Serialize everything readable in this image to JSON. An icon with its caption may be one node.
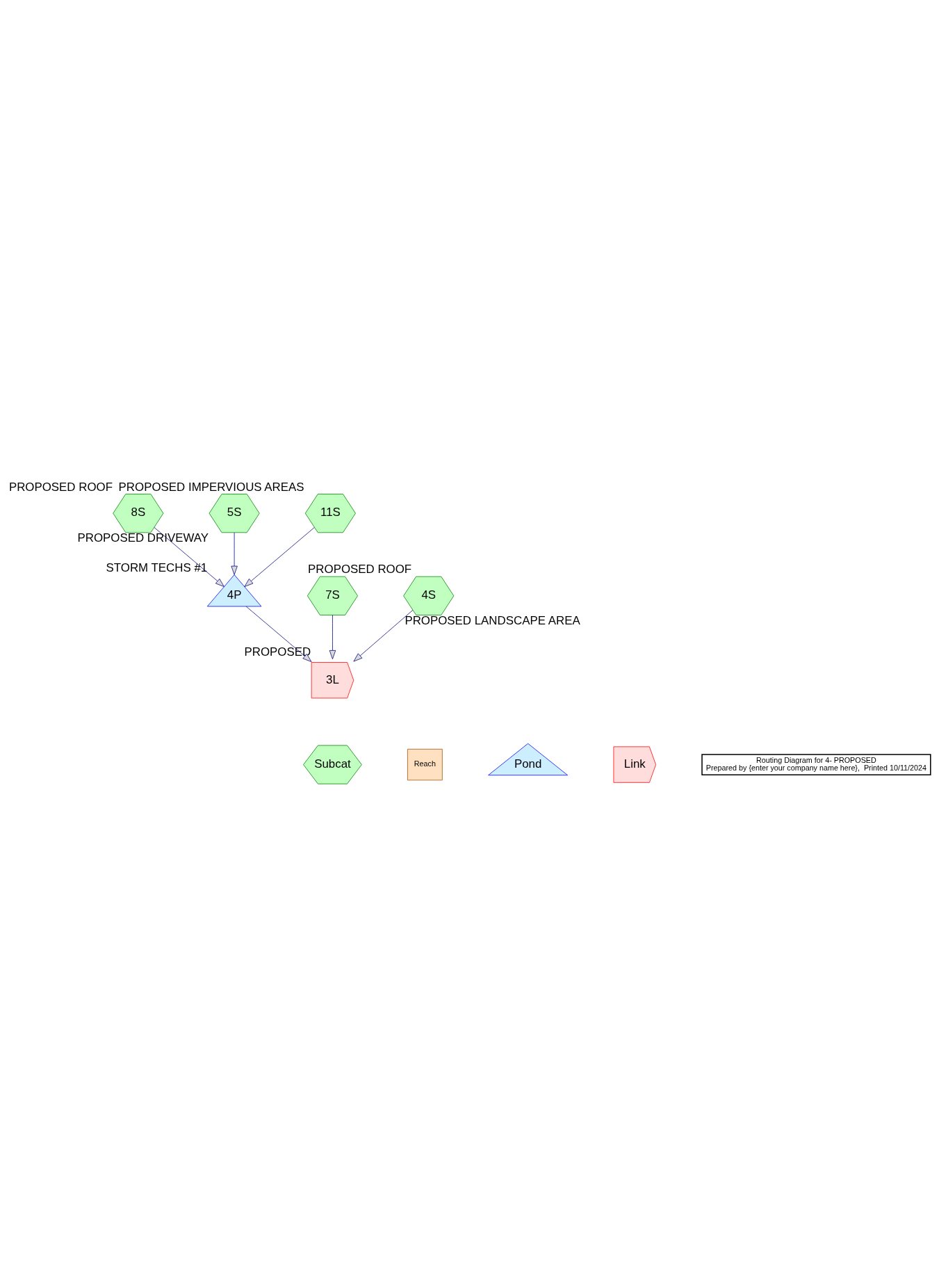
{
  "diagram": {
    "nodes": [
      {
        "text": [
          "8S"
        ],
        "beside": [
          "PROPOSED ROOF"
        ]
      },
      {
        "text": [
          "5S"
        ],
        "beside": [
          "PROPOSED DRIVEWAY"
        ]
      },
      {
        "text": [
          "7S"
        ],
        "beside": [
          "PROPOSED ROOF"
        ]
      },
      {
        "text": [
          "11S"
        ],
        "beside": [
          "PROPOSED IMPERVIOUS AREAS"
        ]
      },
      {
        "text": [
          "4P"
        ],
        "beside": [
          "STORM TECHS #1"
        ]
      },
      {
        "text": [
          "3L"
        ],
        "beside": [
          "PROPOSED"
        ]
      },
      {
        "text": [
          "4S"
        ],
        "beside": [
          "PROPOSED LANDSCAPE AREA"
        ]
      },
      {
        "text": [
          "Subcat"
        ]
      },
      {
        "text": [
          "Reach"
        ]
      },
      {
        "text": [
          "Pond"
        ]
      },
      {
        "text": [
          "Link"
        ]
      },
      {
        "text": [
          "Routing Diagram for 4- PROPOSED",
          "Prepared by {enter your company name here},  Printed 10/11/2024"
        ]
      }
    ],
    "edges": [
      {
        "from": 0,
        "to": 4,
        "arrow": "to"
      },
      {
        "from": 1,
        "to": 4,
        "arrow": "to"
      },
      {
        "from": 3,
        "to": 4,
        "arrow": "to"
      },
      {
        "from": 4,
        "to": 5,
        "arrow": "to"
      },
      {
        "from": 2,
        "to": 5,
        "arrow": "to"
      },
      {
        "from": 6,
        "to": 5,
        "arrow": "to"
      }
    ]
  }
}
